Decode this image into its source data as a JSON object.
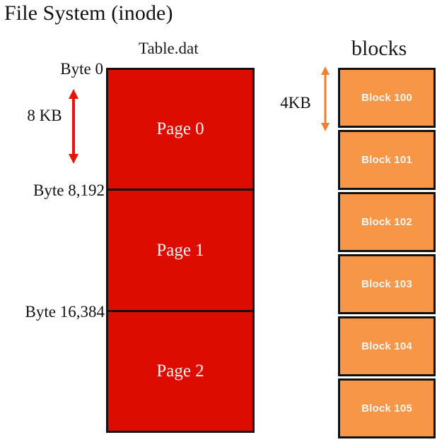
{
  "title": "File System (inode)",
  "columns": {
    "file": {
      "heading": "Table.dat",
      "fill_color": "#dd0c00",
      "pages": [
        {
          "label": "Page 0"
        },
        {
          "label": "Page 1"
        },
        {
          "label": "Page 2"
        }
      ],
      "byte_markers": [
        {
          "label": "Byte 0"
        },
        {
          "label": "Byte 8,192"
        },
        {
          "label": "Byte 16,384"
        }
      ],
      "measure": {
        "label": "8 KB",
        "arrow_color": "#e8140a",
        "icon": "double-headed-vertical-arrow-icon"
      }
    },
    "blocks": {
      "heading": "blocks",
      "fill_color": "#f79646",
      "items": [
        {
          "label": "Block 100"
        },
        {
          "label": "Block 101"
        },
        {
          "label": "Block 102"
        },
        {
          "label": "Block 103"
        },
        {
          "label": "Block 104"
        },
        {
          "label": "Block 105"
        }
      ],
      "measure": {
        "label": "4KB",
        "arrow_color": "#f08030",
        "icon": "double-headed-vertical-arrow-icon"
      }
    }
  },
  "palette": {
    "background": "#ffffff",
    "stroke": "#111111",
    "page_text": "#fdf1ee",
    "block_text": "#fdf6f1"
  }
}
